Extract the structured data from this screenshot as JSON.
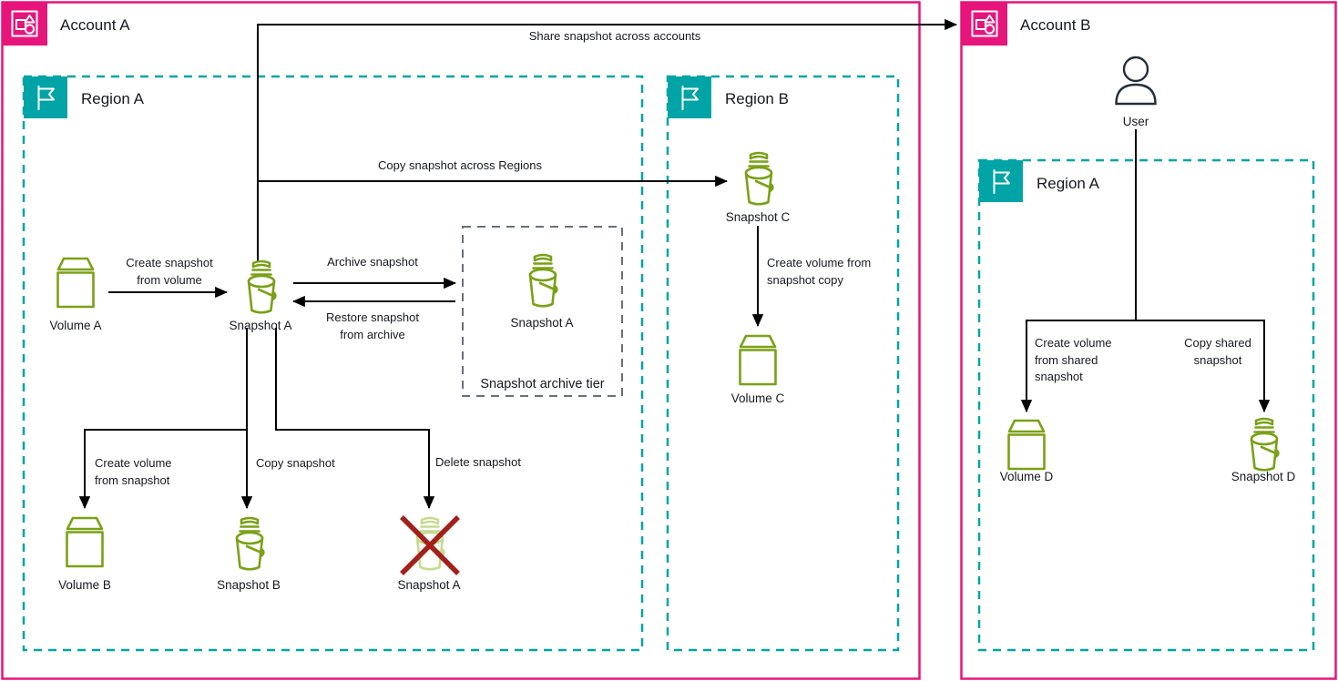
{
  "diagram": {
    "title": "Amazon EBS snapshot lifecycle across accounts and Regions",
    "colors": {
      "account_border": "#E7157B",
      "region_border": "#00A4A6",
      "archive_border": "#687078",
      "resource_green": "#7AA116",
      "resource_green_faded": "#C6DB8F",
      "delete_x": "#A3201B",
      "user_icon": "#232F3E",
      "text": "#16191F",
      "arrow": "#000000"
    }
  },
  "groups": {
    "account_a": {
      "label": "Account A",
      "icon": "account-icon"
    },
    "account_b": {
      "label": "Account B",
      "icon": "account-icon"
    },
    "region_a_in_a": {
      "label": "Region A",
      "icon": "region-flag-icon"
    },
    "region_b_in_a": {
      "label": "Region B",
      "icon": "region-flag-icon"
    },
    "region_a_in_b": {
      "label": "Region A",
      "icon": "region-flag-icon"
    },
    "archive_tier": {
      "label": "Snapshot archive tier"
    }
  },
  "nodes": [
    {
      "id": "volume-a",
      "label": "Volume A",
      "icon": "volume-icon",
      "state": "normal"
    },
    {
      "id": "snapshot-a",
      "label": "Snapshot A",
      "icon": "snapshot-icon",
      "state": "normal"
    },
    {
      "id": "snapshot-a-archived",
      "label": "Snapshot A",
      "icon": "snapshot-icon",
      "state": "normal"
    },
    {
      "id": "volume-b",
      "label": "Volume B",
      "icon": "volume-icon",
      "state": "normal"
    },
    {
      "id": "snapshot-b",
      "label": "Snapshot B",
      "icon": "snapshot-icon",
      "state": "normal"
    },
    {
      "id": "snapshot-a-deleted",
      "label": "Snapshot A",
      "icon": "snapshot-icon",
      "state": "deleted"
    },
    {
      "id": "snapshot-c",
      "label": "Snapshot C",
      "icon": "snapshot-icon",
      "state": "normal"
    },
    {
      "id": "volume-c",
      "label": "Volume C",
      "icon": "volume-icon",
      "state": "normal"
    },
    {
      "id": "user",
      "label": "User",
      "icon": "user-icon",
      "state": "normal"
    },
    {
      "id": "volume-d",
      "label": "Volume D",
      "icon": "volume-icon",
      "state": "normal"
    },
    {
      "id": "snapshot-d",
      "label": "Snapshot D",
      "icon": "snapshot-icon",
      "state": "normal"
    }
  ],
  "edges": [
    {
      "id": "share-across-accounts",
      "label_lines": [
        "Share snapshot across accounts"
      ]
    },
    {
      "id": "copy-across-regions",
      "label_lines": [
        "Copy snapshot across Regions"
      ]
    },
    {
      "id": "create-snapshot",
      "label_lines": [
        "Create snapshot",
        "from volume"
      ]
    },
    {
      "id": "archive-snapshot",
      "label_lines": [
        "Archive snapshot"
      ]
    },
    {
      "id": "restore-snapshot",
      "label_lines": [
        "Restore snapshot",
        "from archive"
      ]
    },
    {
      "id": "create-volume-from-snapshot",
      "label_lines": [
        "Create volume",
        "from snapshot"
      ]
    },
    {
      "id": "copy-snapshot",
      "label_lines": [
        "Copy snapshot"
      ]
    },
    {
      "id": "delete-snapshot",
      "label_lines": [
        "Delete snapshot"
      ]
    },
    {
      "id": "create-volume-from-copy",
      "label_lines": [
        "Create volume from",
        "snapshot copy"
      ]
    },
    {
      "id": "create-volume-from-shared",
      "label_lines": [
        "Create volume",
        "from shared",
        "snapshot"
      ]
    },
    {
      "id": "copy-shared-snapshot",
      "label_lines": [
        "Copy shared",
        "snapshot"
      ]
    }
  ],
  "text": {
    "account_a": "Account A",
    "account_b": "Account B",
    "region_a": "Region A",
    "region_b": "Region B",
    "region_a_b": "Region A",
    "archive_tier": "Snapshot archive tier",
    "volume_a": "Volume A",
    "snapshot_a": "Snapshot A",
    "snapshot_a_archive": "Snapshot A",
    "volume_b": "Volume B",
    "snapshot_b": "Snapshot B",
    "snapshot_a_deleted": "Snapshot A",
    "snapshot_c": "Snapshot C",
    "volume_c": "Volume C",
    "user": "User",
    "volume_d": "Volume D",
    "snapshot_d": "Snapshot D",
    "e_share": "Share snapshot across accounts",
    "e_copy_regions": "Copy snapshot across Regions",
    "e_create_snap_1": "Create snapshot",
    "e_create_snap_2": "from volume",
    "e_archive": "Archive snapshot",
    "e_restore_1": "Restore snapshot",
    "e_restore_2": "from archive",
    "e_createvol_1": "Create volume",
    "e_createvol_2": "from snapshot",
    "e_copysnap": "Copy snapshot",
    "e_delsnap": "Delete snapshot",
    "e_createvolcopy_1": "Create volume from",
    "e_createvolcopy_2": "snapshot copy",
    "e_createvolshared_1": "Create volume",
    "e_createvolshared_2": "from shared",
    "e_createvolshared_3": "snapshot",
    "e_copyshared_1": "Copy shared",
    "e_copyshared_2": "snapshot"
  }
}
